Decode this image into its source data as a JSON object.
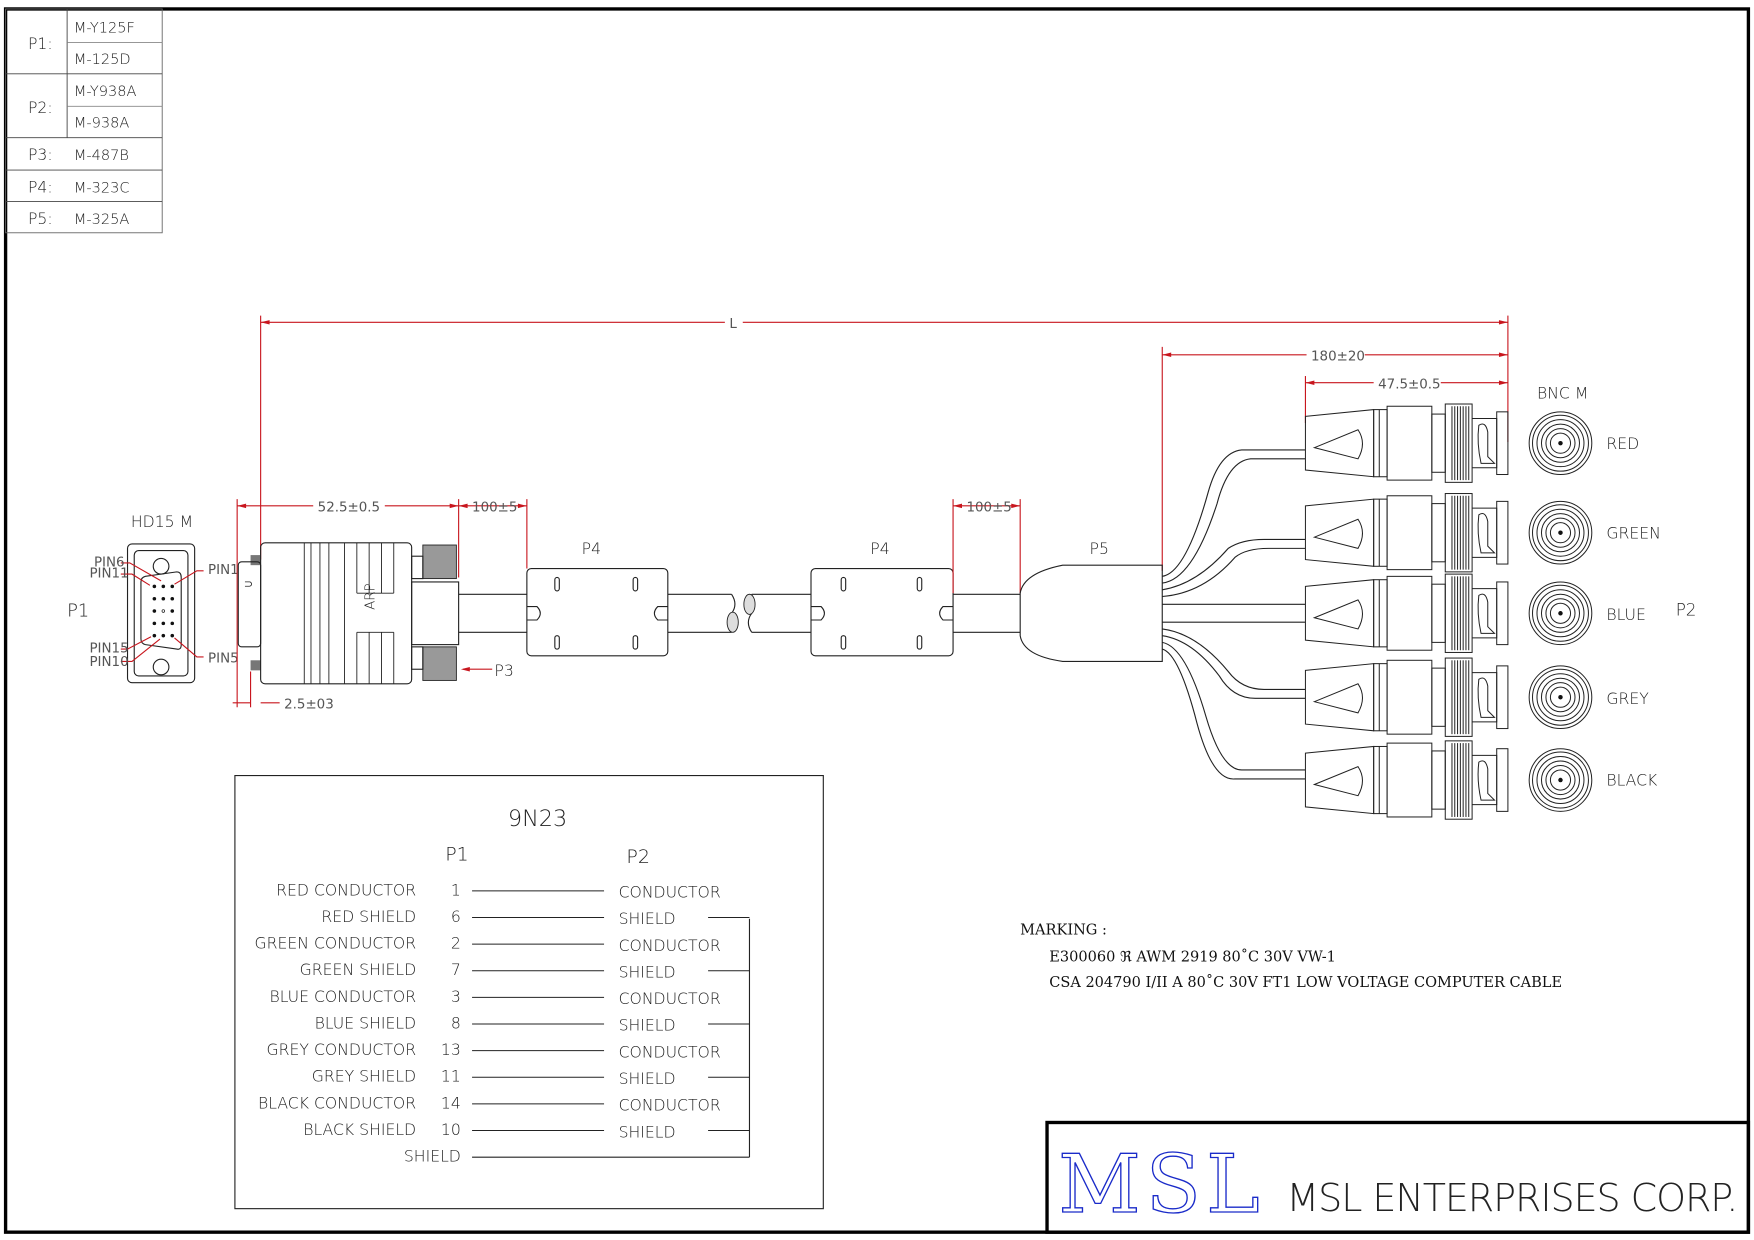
{
  "parts_table": [
    {
      "label": "P1:",
      "parts": [
        "M-Y125F",
        "M-125D"
      ]
    },
    {
      "label": "P2:",
      "parts": [
        "M-Y938A",
        "M-938A"
      ]
    },
    {
      "label": "P3:",
      "parts": [
        "M-487B"
      ]
    },
    {
      "label": "P4:",
      "parts": [
        "M-323C"
      ]
    },
    {
      "label": "P5:",
      "parts": [
        "M-325A"
      ]
    }
  ],
  "drawing": {
    "overall_length": "L",
    "hd15_title": "HD15 M",
    "p1_label": "P1",
    "p2_label": "P2",
    "p3_label": "P3",
    "p4_label": "P4",
    "p5_label": "P5",
    "arp_text": "ARP",
    "bnc_title": "BNC M",
    "pins": {
      "pin6": "PIN6",
      "pin11": "PIN11",
      "pin1": "PIN1",
      "pin15": "PIN15",
      "pin10": "PIN10",
      "pin5": "PIN5"
    },
    "dims": {
      "hood": "52.5±0.5",
      "ferrite_gap_left": "100±5",
      "ferrite_gap_right": "100±5",
      "flange": "2.5±03",
      "breakout": "180±20",
      "bnc_length": "47.5±0.5"
    },
    "bnc_colors": [
      "RED",
      "GREEN",
      "BLUE",
      "GREY",
      "BLACK"
    ],
    "line_color": "#222222",
    "dim_color": "#c8161e"
  },
  "wiring": {
    "cable": "9N23",
    "col_p1": "P1",
    "col_p2": "P2",
    "rows": [
      {
        "signal": "RED CONDUCTOR",
        "pin": "1",
        "p2": "CONDUCTOR"
      },
      {
        "signal": "RED SHIELD",
        "pin": "6",
        "p2": "SHIELD"
      },
      {
        "signal": "GREEN CONDUCTOR",
        "pin": "2",
        "p2": "CONDUCTOR"
      },
      {
        "signal": "GREEN SHIELD",
        "pin": "7",
        "p2": "SHIELD"
      },
      {
        "signal": "BLUE CONDUCTOR",
        "pin": "3",
        "p2": "CONDUCTOR"
      },
      {
        "signal": "BLUE SHIELD",
        "pin": "8",
        "p2": "SHIELD"
      },
      {
        "signal": "GREY CONDUCTOR",
        "pin": "13",
        "p2": "CONDUCTOR"
      },
      {
        "signal": "GREY SHIELD",
        "pin": "11",
        "p2": "SHIELD"
      },
      {
        "signal": "BLACK CONDUCTOR",
        "pin": "14",
        "p2": "CONDUCTOR"
      },
      {
        "signal": "BLACK SHIELD",
        "pin": "10",
        "p2": "SHIELD"
      }
    ],
    "overall_shield": "SHIELD"
  },
  "marking": {
    "title": "MARKING :",
    "line1": "E300060   ℜ   AWM  2919  80˚C  30V  VW-1",
    "line2": "CSA  204790   I/II   A  80˚C  30V  FT1    LOW   VOLTAGE  COMPUTER  CABLE"
  },
  "title_block": {
    "logo": "MSL",
    "company": "MSL ENTERPRISES CORP.",
    "logo_color": "#1a2bc9"
  }
}
